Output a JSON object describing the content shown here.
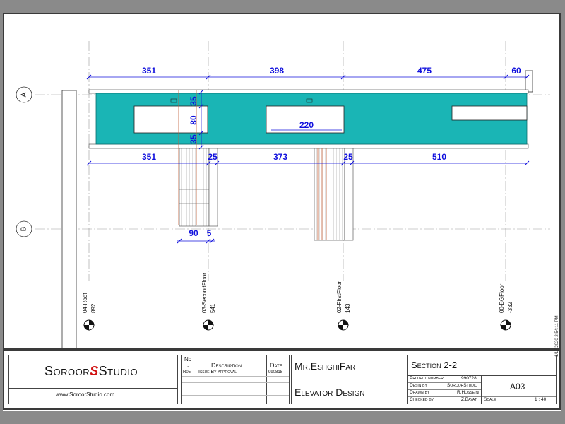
{
  "drawing": {
    "gridlines": [
      {
        "label": "A"
      },
      {
        "label": "B"
      }
    ],
    "levels": [
      {
        "name": "04-Roof",
        "elevation": "892"
      },
      {
        "name": "03-SecondFloor",
        "elevation": "541"
      },
      {
        "name": "02-FirstFloor",
        "elevation": "143"
      },
      {
        "name": "00-BGFloor",
        "elevation": "-332"
      }
    ],
    "dims_top": [
      "351",
      "398",
      "475",
      "60"
    ],
    "dims_bottom": [
      "351",
      "25",
      "373",
      "25",
      "510"
    ],
    "dims_stair": [
      "90",
      "5"
    ],
    "dims_vertical": [
      "35",
      "80",
      "35"
    ],
    "dim_opening": "220",
    "colors": {
      "slab": "#1ab5b5",
      "dimension": "#1010dd",
      "border": "#3a3a3a"
    }
  },
  "titleblock": {
    "company": {
      "left": "Soroor",
      "right": "Studio",
      "website": "www.SoroorStudio.com"
    },
    "revisions": {
      "headers": {
        "no": "No",
        "no_dot": ".",
        "description": "Description",
        "date": "Date"
      },
      "rows": [
        {
          "no": "R05",
          "description": "Issue By approval",
          "date": "990818"
        }
      ]
    },
    "client": "Mr.EshghiFar",
    "project_title": "Elevator Design",
    "sheet_name": "Section 2-2",
    "project_number": {
      "label": "Project number",
      "value": "990728"
    },
    "design_by": {
      "label": "Desin by",
      "value": "SoroorStudio"
    },
    "drawn_by": {
      "label": "Drawn by",
      "value": "R.Hosseini"
    },
    "checked_by": {
      "label": "Checked by",
      "value": "Z.Bayat"
    },
    "scale": {
      "label": "Scale",
      "value": "1 : 40"
    },
    "sheet_number": "A03",
    "timestamp": "1/17/2020 2:54:11 PM"
  }
}
